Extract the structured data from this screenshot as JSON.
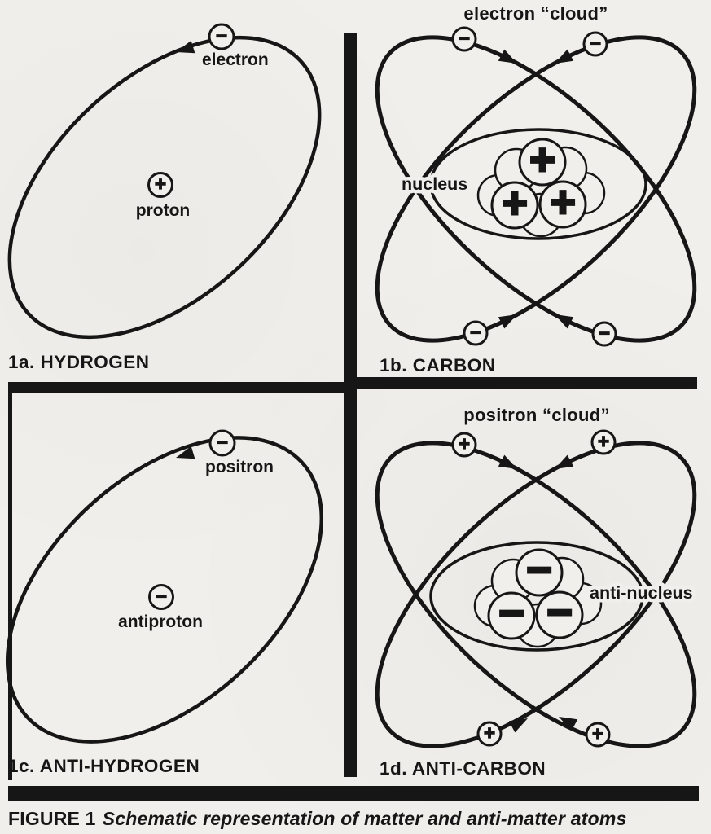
{
  "colors": {
    "ink": "#161616",
    "paper": "#f1efeb"
  },
  "caption": {
    "prefix": "FIGURE 1",
    "text": "Schematic representation of matter and anti-matter atoms"
  },
  "panels": {
    "hydrogen": {
      "label": "1a. HYDROGEN",
      "electron_label": "electron",
      "electron_symbol": "−",
      "proton_label": "proton",
      "proton_symbol": "+"
    },
    "carbon": {
      "cloud_label": "electron “cloud”",
      "nucleus_label": "nucleus",
      "label": "1b. CARBON",
      "electron_symbol": "−",
      "proton_symbol": "+"
    },
    "anti_hydrogen": {
      "label": "1c. ANTI-HYDROGEN",
      "positron_label": "positron",
      "positron_symbol": "−",
      "antiproton_label": "antiproton",
      "antiproton_symbol": "−"
    },
    "anti_carbon": {
      "cloud_label": "positron “cloud”",
      "anti_nucleus_label": "anti-nucleus",
      "label": "1d. ANTI-CARBON",
      "positron_symbol": "+",
      "anti_nucleon_symbol": "−"
    }
  }
}
